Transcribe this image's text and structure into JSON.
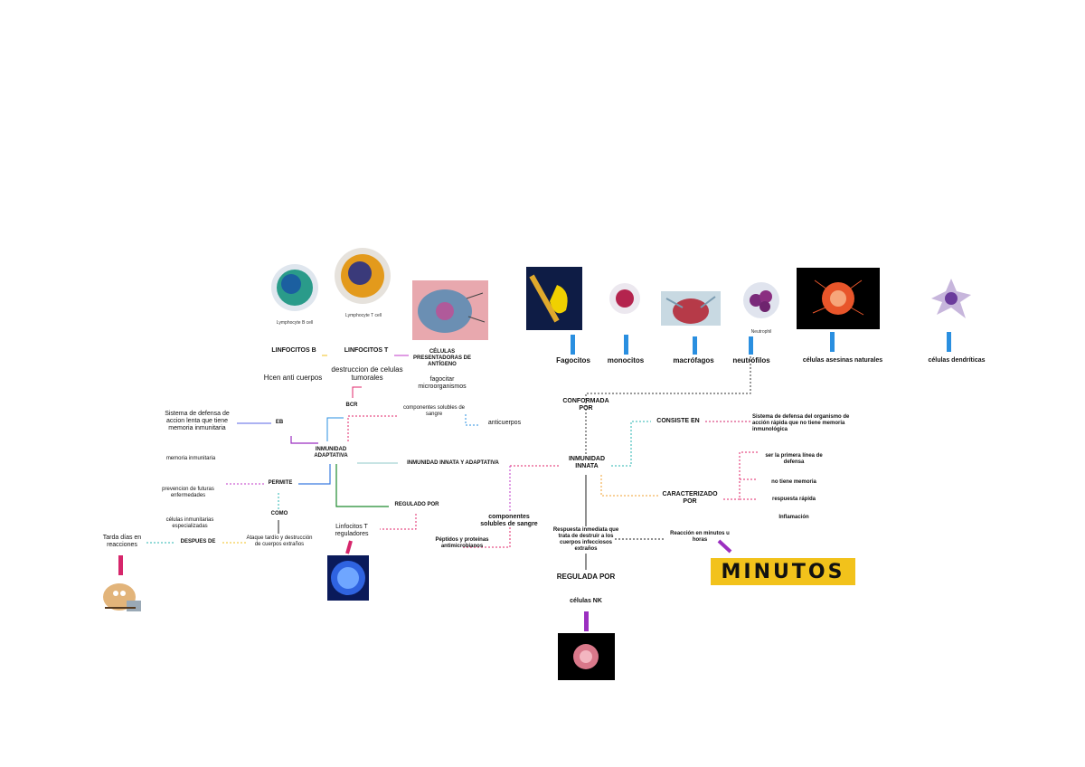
{
  "center": {
    "innate_adaptive": "INMUNIDAD INNATA Y ADAPTATIVA"
  },
  "innate": {
    "title": "INMUNIDAD INNATA",
    "conformada_por": "CONFORMADA POR",
    "cells": [
      "Fagocitos",
      "monocitos",
      "macrófagos",
      "neutrófilos",
      "células asesinas naturales",
      "células dendríticas"
    ],
    "consiste_en": "CONSISTE EN",
    "definition": "Sistema de defensa del organismo de acción rápida que no tiene memoria inmunológica",
    "caracterizado_por": "CARACTERIZADO POR",
    "traits": [
      "ser la primera línea de defensa",
      "no tiene memoria",
      "respuesta rápida",
      "Inflamación"
    ],
    "response": "Respuesta inmediata que trata de destruir a los cuerpos infecciosos extraños",
    "reaction": "Reacción en minutos u horas",
    "regulada_por": "REGULADA POR",
    "nk": "células NK",
    "minutos": "MINUTOS",
    "soluble": "componentes solubles de sangre",
    "proteins": "Péptidos y proteínas antimicrobianos"
  },
  "adaptive": {
    "title": "INMUNIDAD ADAPTATIVA",
    "lymph_b": "LINFOCITOS B",
    "lymph_t": "LINFOCITOS T",
    "apc": "CÉLULAS PRESENTADORAS DE ANTÍGENO",
    "fagocitar": "fagocitar microorganismos",
    "hacen": "Hcen anti cuerpos",
    "destruccion": "destruccion de celulas tumorales",
    "bcr": "BCR",
    "eb": "EB",
    "componentes": "componentes solubles de sangre",
    "anticuerpos": "anticuerpos",
    "sistema": "Sistema de defensa de accion lenta que tiene memoria inmunitaria",
    "memoria": "memoria inmunitaria",
    "permite": "PERMITE",
    "prevencion": "prevencion de futuras enfermedades",
    "como": "COMO",
    "ataque": "Ataque tardío y destrucción de cuerpos extraños",
    "celulas_inm": "células inmunitarias especializadas",
    "despues": "DESPUES DE",
    "tarda": "Tarda días en reacciones",
    "regulado_por": "REGULADO POR",
    "t_reg": "Linfocitos T reguladores"
  },
  "captions": {
    "lympho_b": "Lymphocyte B cell",
    "lympho_t": "Lymphocyte T cell",
    "neutrophil": "Neutrophil"
  },
  "colors": {
    "blue_bar": "#2a8fe0",
    "pink_bar": "#d6266b",
    "purple_bar": "#9b2fc0",
    "minutos_bg": "#f2c21b"
  }
}
